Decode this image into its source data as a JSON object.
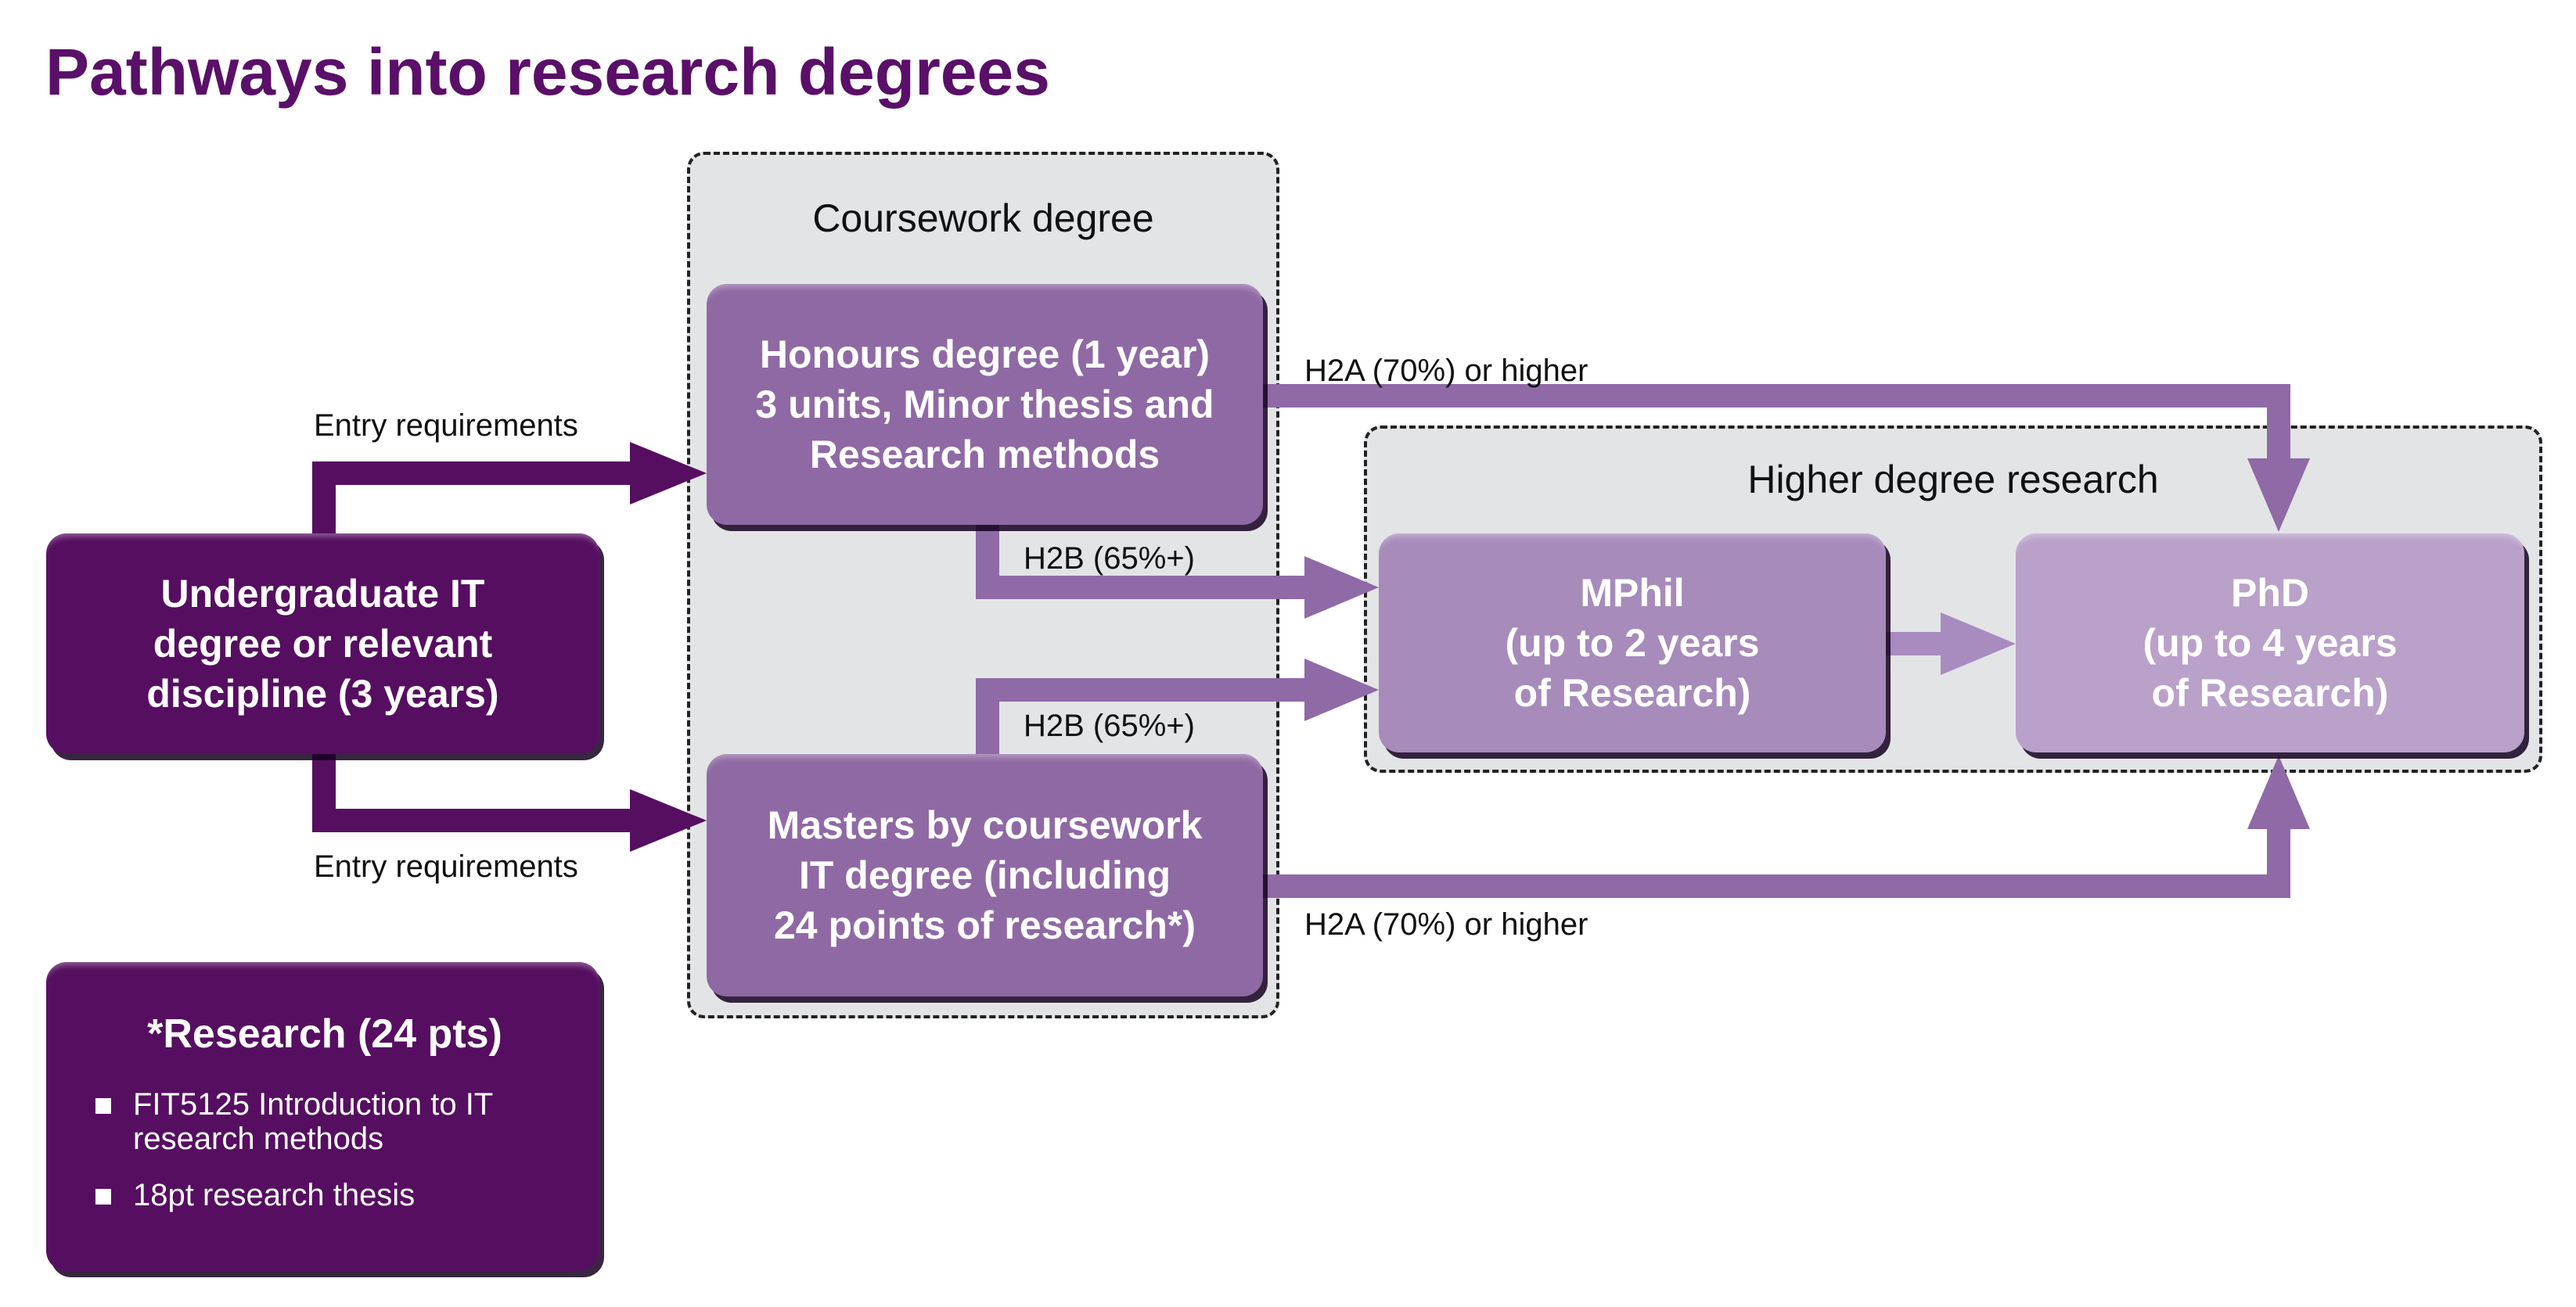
{
  "title": "Pathways into research degrees",
  "groups": {
    "coursework": "Coursework degree",
    "hdr": "Higher degree research"
  },
  "boxes": {
    "undergrad": [
      "Undergraduate IT",
      "degree or relevant",
      "discipline (3 years)"
    ],
    "honours": [
      "Honours degree (1 year)",
      "3 units, Minor thesis and",
      "Research methods"
    ],
    "masters": [
      "Masters by coursework",
      "IT degree (including",
      "24 points of research*)"
    ],
    "mphil": [
      "MPhil",
      "(up to 2 years",
      "of Research)"
    ],
    "phd": [
      "PhD",
      "(up to 4 years",
      "of Research)"
    ]
  },
  "research_note": {
    "title": "*Research (24 pts)",
    "items": [
      "FIT5125 Introduction to IT research methods",
      "18pt research thesis"
    ]
  },
  "arrow_labels": {
    "entry_top": "Entry requirements",
    "entry_bottom": "Entry requirements",
    "h2b_top": "H2B (65%+)",
    "h2b_bottom": "H2B (65%+)",
    "h2a_top": "H2A (70%) or higher",
    "h2a_bottom": "H2A (70%) or higher"
  },
  "colors": {
    "dark": "#560e61",
    "mid": "#8f69a4",
    "mphil": "#a68bbb",
    "phd": "#b9a1ca",
    "arrow_mid": "#8f6aa6"
  }
}
